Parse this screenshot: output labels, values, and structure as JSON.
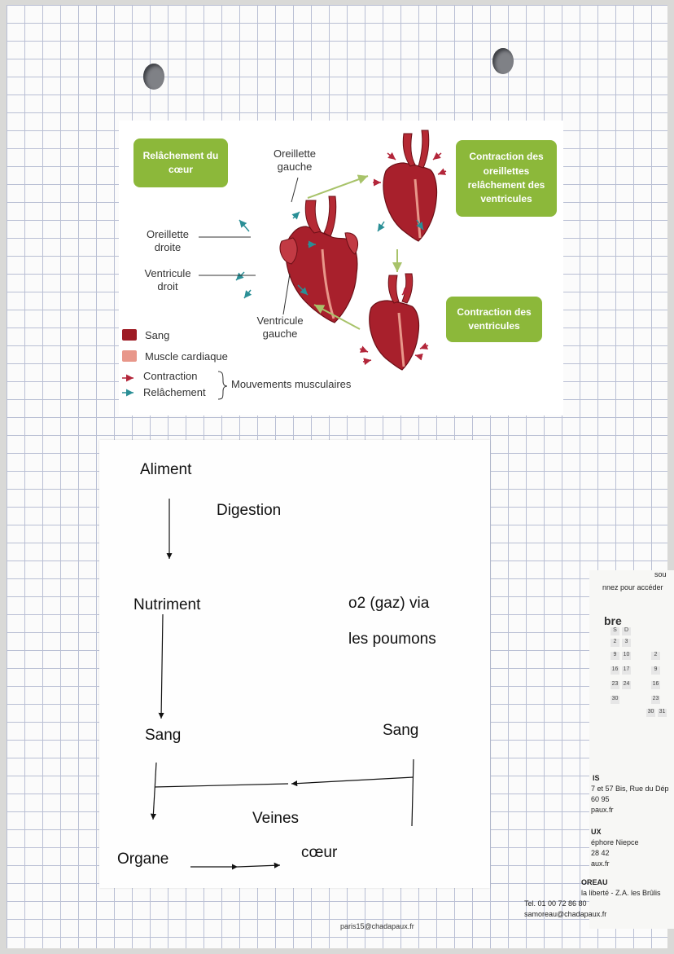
{
  "figure": {
    "tags": {
      "relax": "Relâchement du cœur",
      "atria": "Contraction des oreillettes relâchement des ventricules",
      "ventricles": "Contraction des ventricules"
    },
    "labels": {
      "left_atrium": "Oreillette gauche",
      "right_atrium": "Oreillette droite",
      "right_ventricle": "Ventricule droit",
      "left_ventricle": "Ventricule gauche"
    },
    "legend": {
      "blood": "Sang",
      "muscle": "Muscle cardiaque",
      "contraction": "Contraction",
      "relaxation": "Relâchement",
      "group": "Mouvements musculaires"
    },
    "colors": {
      "blood": "#9e1b24",
      "muscle": "#e8978a",
      "contraction": "#b3263a",
      "relaxation": "#2a8f96",
      "tag": "#8cb83a"
    }
  },
  "notes": {
    "aliment": "Aliment",
    "digestion": "Digestion",
    "nutriment": "Nutriment",
    "o2_line1": "o2 (gaz) via",
    "o2_line2": "les poumons",
    "sang_left": "Sang",
    "sang_right": "Sang",
    "veines": "Veines",
    "organe": "Organe",
    "coeur": "cœur"
  },
  "background": {
    "flyer_lines": [
      "sou",
      "nnez pour accéder",
      "IS",
      "7 et 57 Bis, Rue du Dép",
      "60 95",
      "paux.fr",
      "UX",
      "éphore Niepce",
      "28 42",
      "aux.fr",
      "OREAU",
      "la liberté - Z.A. les Brûlis",
      "Tel. 01 00 72 86 80",
      "samoreau@chadapaux.fr"
    ],
    "calendar_header": "bre",
    "calendar_cells": [
      "S",
      "D",
      "2",
      "3",
      "9",
      "10",
      "16",
      "17",
      "23",
      "24",
      "30",
      "2",
      "9",
      "16",
      "23",
      "30",
      "31"
    ],
    "bottom_email": "paris15@chadapaux.fr"
  }
}
